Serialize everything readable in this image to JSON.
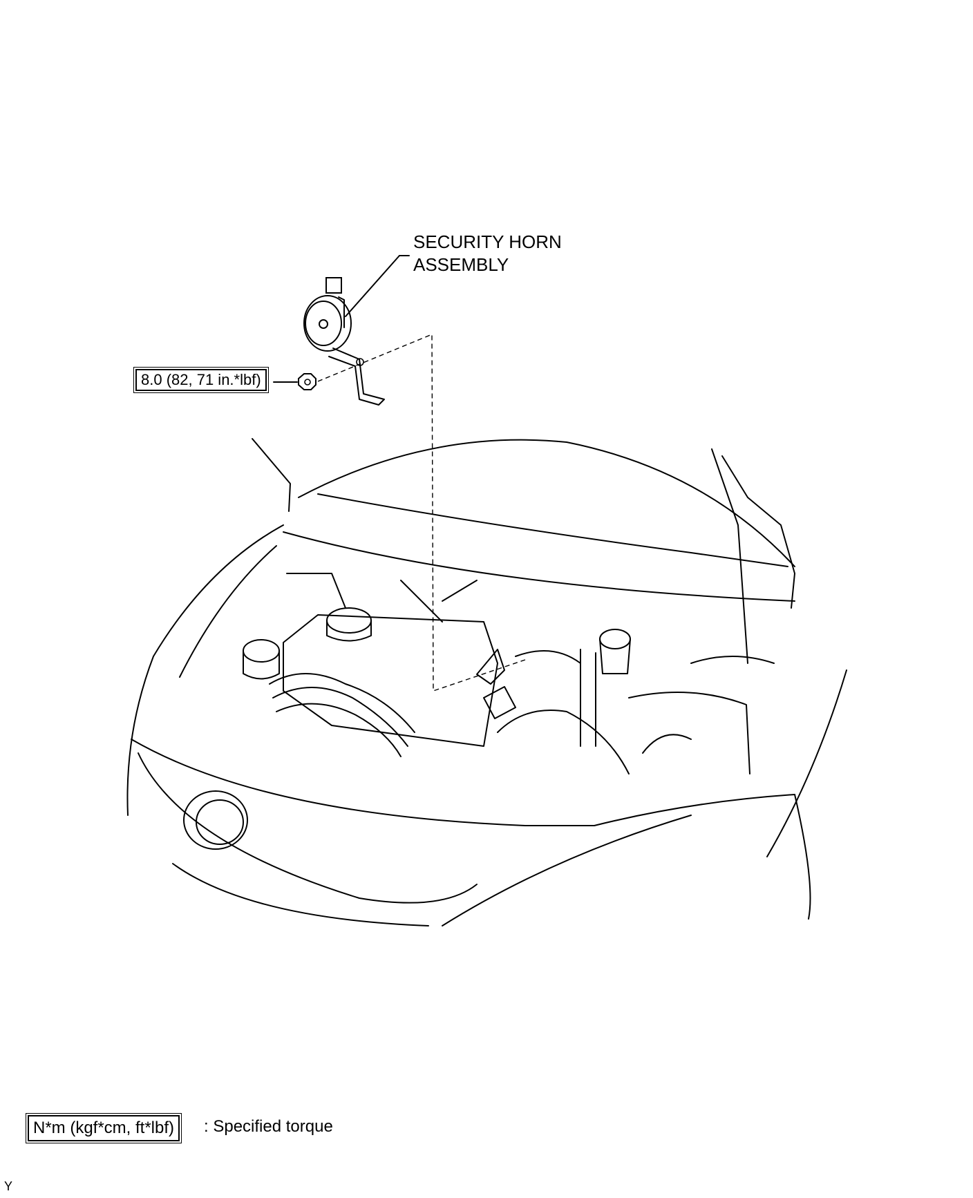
{
  "component_label": {
    "line1": "SECURITY HORN",
    "line2": "ASSEMBLY"
  },
  "torque_callout": "8.0 (82, 71 in.*lbf)",
  "legend": {
    "unit_box": "N*m (kgf*cm, ft*lbf)",
    "description": ": Specified torque"
  },
  "illustration_code": "Y"
}
